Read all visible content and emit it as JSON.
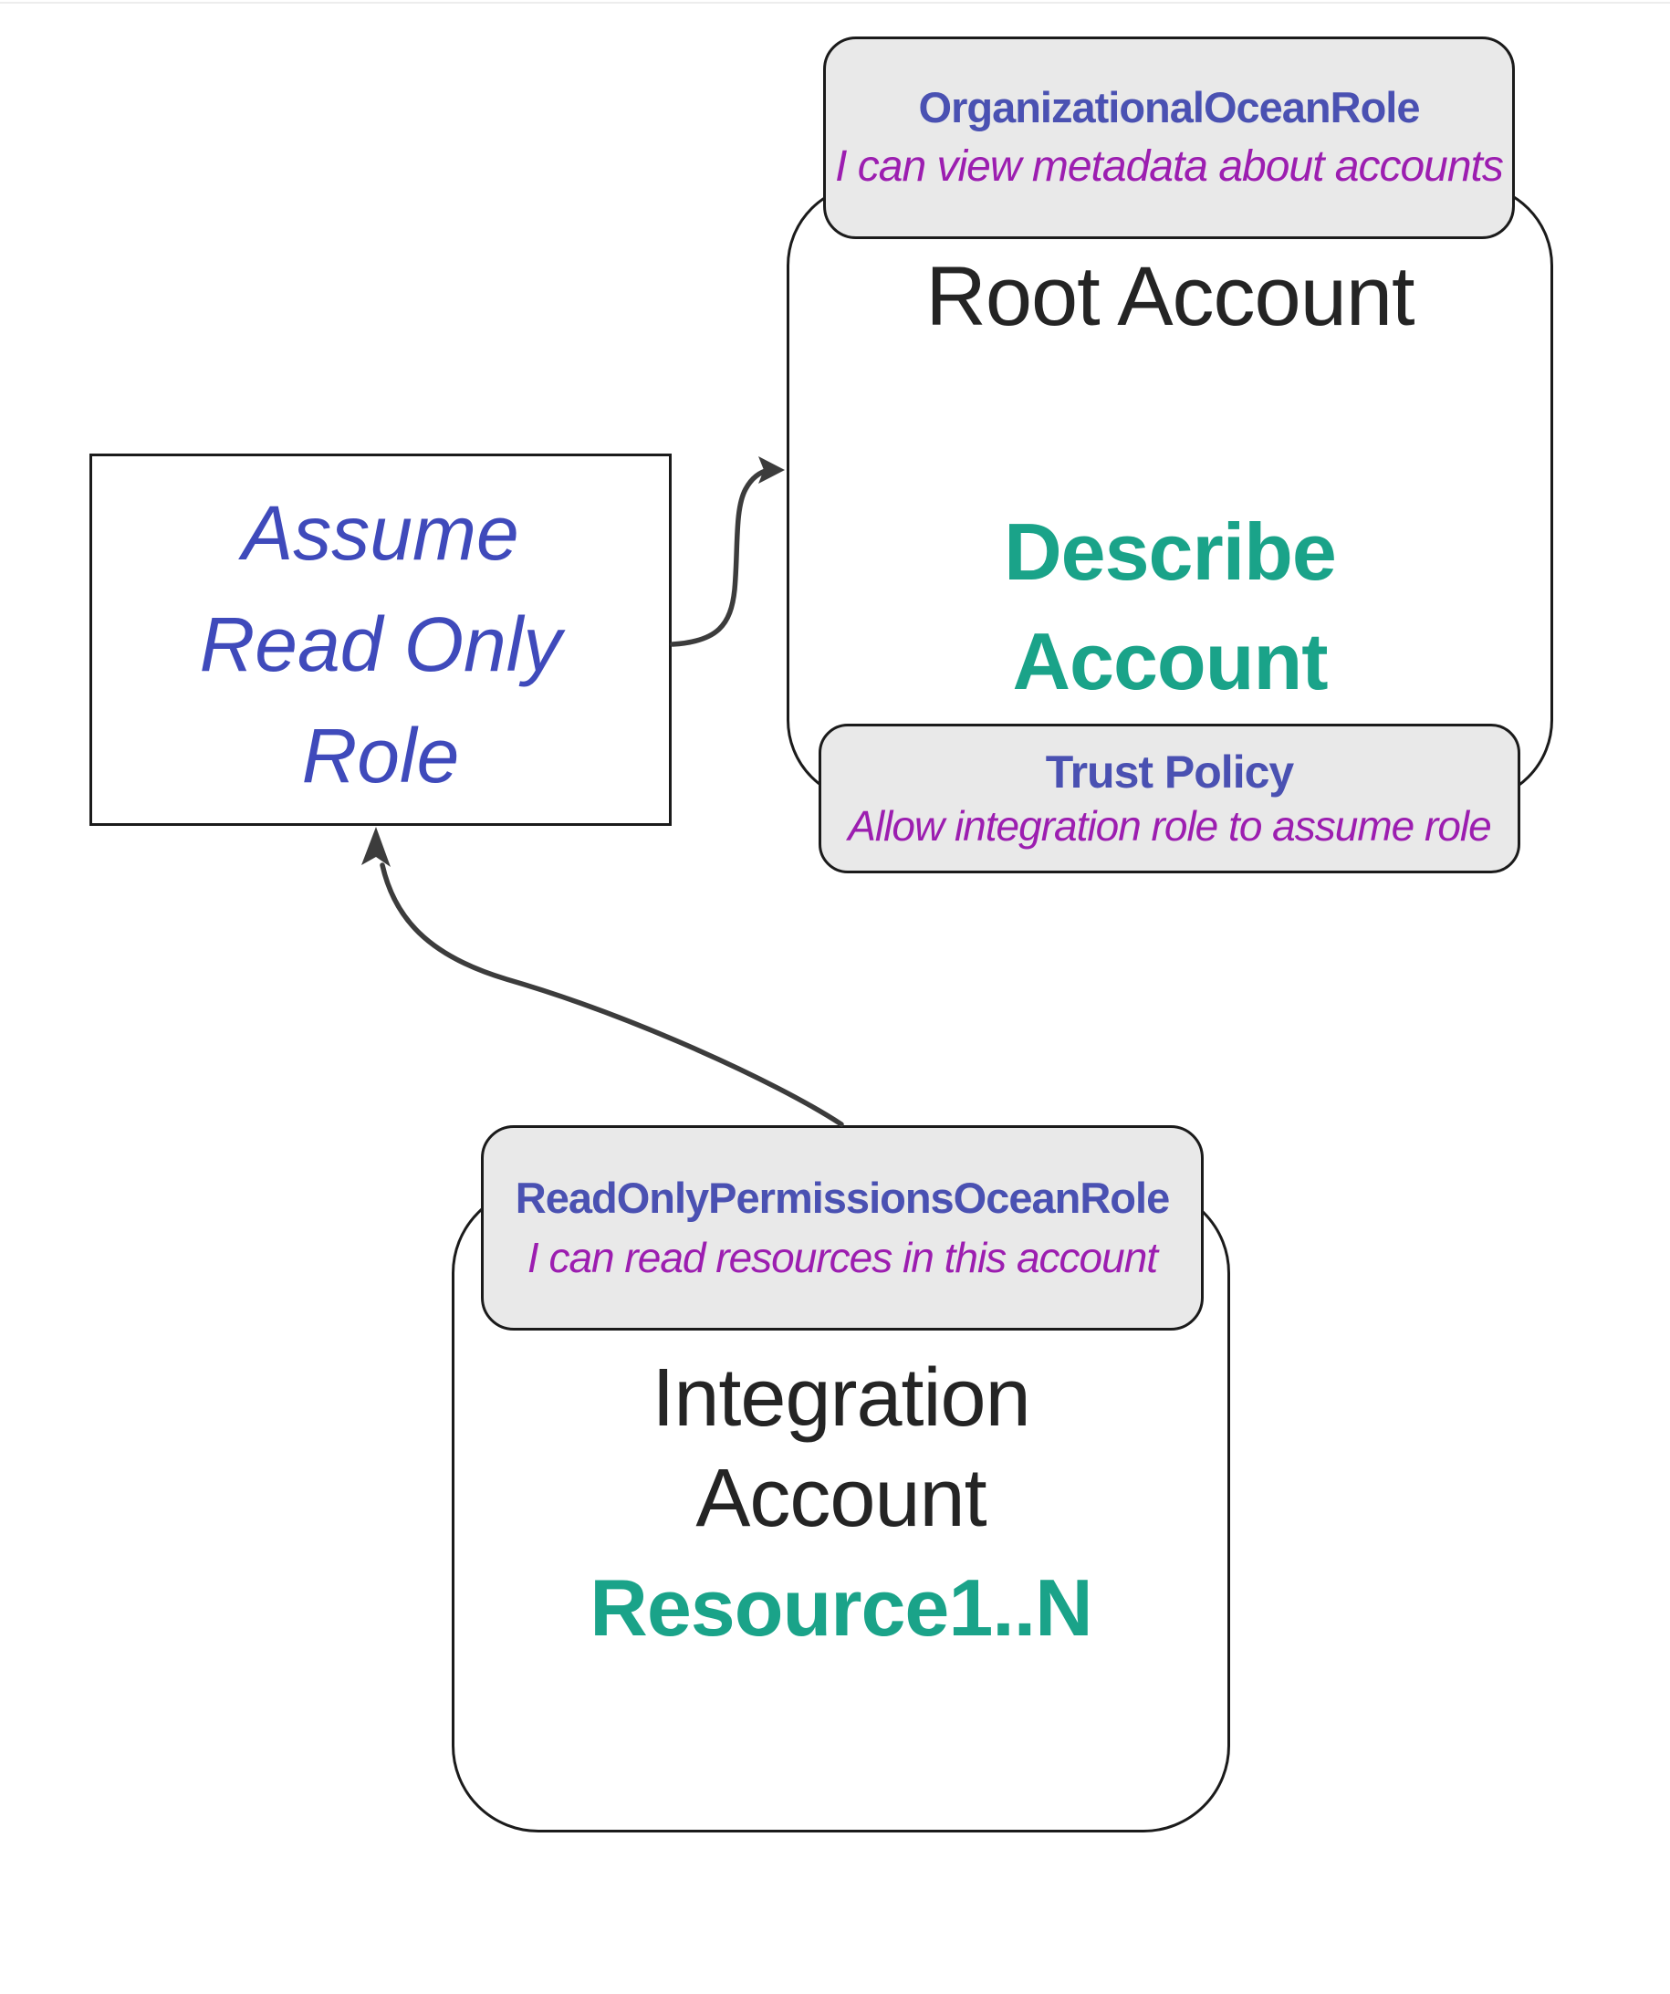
{
  "canvas": {
    "background": "#ffffff"
  },
  "palette": {
    "indigo_text": "#4A51B2",
    "assume_text": "#3F4ABB",
    "purple_text": "#9C1EB0",
    "teal_text": "#1AA389",
    "ink_text": "#242424",
    "badge_background": "#E9E9E9",
    "outline": "#1B1B1B",
    "arrow": "#3C3C3C"
  },
  "root_account": {
    "role_badge": {
      "title": "OrganizationalOceanRole",
      "subtitle": "I can view metadata about accounts"
    },
    "title": "Root Account",
    "action": {
      "line1": "Describe",
      "line2": "Account"
    },
    "trust_badge": {
      "title": "Trust Policy",
      "subtitle": "Allow integration role to assume role"
    }
  },
  "assume_role_box": {
    "line1": "Assume",
    "line2": "Read Only",
    "line3": "Role"
  },
  "integration_account": {
    "role_badge": {
      "title": "ReadOnlyPermissionsOceanRole",
      "subtitle": "I can read resources in this account"
    },
    "title_line1": "Integration",
    "title_line2": "Account",
    "resources": "Resource1..N"
  },
  "connections": [
    {
      "from": "assume-read-only-role-box",
      "to": "root-account-box",
      "direction": "right"
    },
    {
      "from": "readonly-permissions-role-badge",
      "to": "assume-read-only-role-box",
      "direction": "up"
    }
  ]
}
